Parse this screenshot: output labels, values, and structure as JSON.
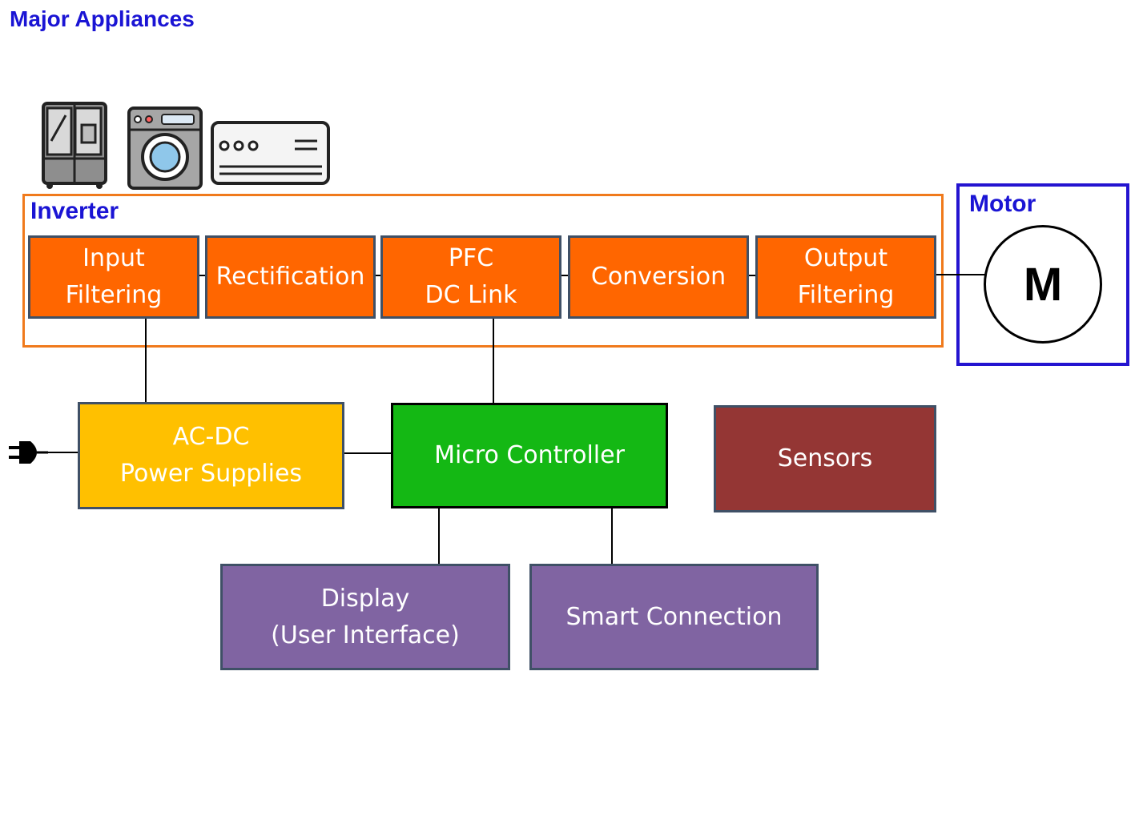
{
  "title": "Major Appliances",
  "groups": {
    "inverter": "Inverter",
    "motor": "Motor"
  },
  "motor_symbol": "M",
  "inverter_blocks": [
    {
      "label": "Input\nFiltering"
    },
    {
      "label": "Rectification"
    },
    {
      "label": "PFC\nDC Link"
    },
    {
      "label": "Conversion"
    },
    {
      "label": "Output\nFiltering"
    }
  ],
  "power_supply": {
    "label": "AC-DC\nPower Supplies"
  },
  "micro_controller": {
    "label": "Micro Controller"
  },
  "sensors": {
    "label": "Sensors"
  },
  "display": {
    "label": "Display\n(User Interface)"
  },
  "smart_connection": {
    "label": "Smart Connection"
  },
  "icons": [
    "refrigerator-icon",
    "washing-machine-icon",
    "air-conditioner-icon",
    "power-plug-icon"
  ],
  "colors": {
    "title": "#1a14d4",
    "inverter_frame": "#f07a1c",
    "motor_frame": "#2414d0",
    "orange": "#ff6600",
    "yellow": "#ffc000",
    "green": "#14b814",
    "brown": "#943634",
    "purple": "#8064a2"
  }
}
